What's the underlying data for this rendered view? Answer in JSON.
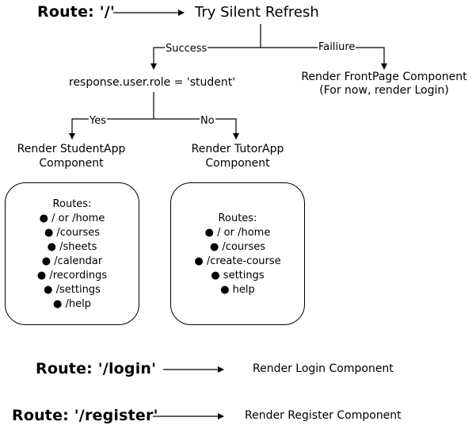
{
  "routes": {
    "root": {
      "label": "Route: '/'",
      "action": "Try Silent Refresh"
    },
    "login": {
      "label": "Route: '/login'",
      "action": "Render Login Component"
    },
    "register": {
      "label": "Route: '/register'",
      "action": "Render Register Component"
    }
  },
  "branches": {
    "success_label": "Success",
    "failure_label": "Failiure",
    "condition": "response.user.role = 'student'",
    "failure_result": [
      "Render FrontPage Component",
      "(For now, render Login)"
    ],
    "yes_label": "Yes",
    "no_label": "No"
  },
  "student": {
    "title": [
      "Render StudentApp",
      "Component"
    ],
    "routes_heading": "Routes:",
    "routes": [
      "● / or /home",
      "● /courses",
      "● /sheets",
      "● /calendar",
      "● /recordings",
      "● /settings",
      "● /help"
    ]
  },
  "tutor": {
    "title": [
      "Render TutorApp",
      "Component"
    ],
    "routes_heading": "Routes:",
    "routes": [
      "● / or /home",
      "● /courses",
      "● /create-course",
      "● settings",
      "● help"
    ]
  }
}
